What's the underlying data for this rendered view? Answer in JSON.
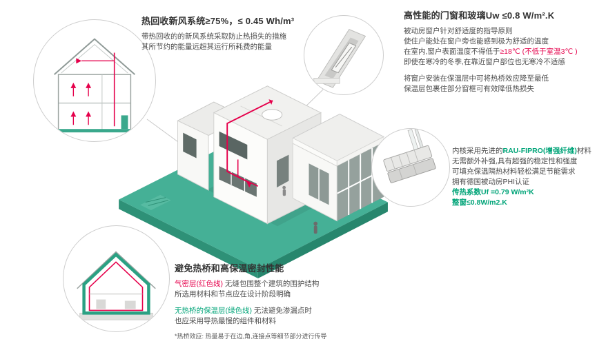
{
  "colors": {
    "teal_platform": "#45b096",
    "teal_dark": "#2e9177",
    "accent_red": "#e5004b",
    "accent_green": "#00a478",
    "text_dark": "#333333"
  },
  "ventilation": {
    "title": "热回收新风系统≥75%，≤ 0.45 Wh/m³",
    "line1": "带热回收的的新风系统采取防止热损失的措施",
    "line2": "其所节约的能量远超其运行所耗费的能量"
  },
  "windows": {
    "title": "高性能的门窗和玻璃Uw ≤0.8 W/m².K",
    "line1": "被动房窗户针对舒适度的指导原则",
    "line2": "使住户能处在窗户旁也能感到极为舒适的温度",
    "line3_black": "在室内,窗户表面温度不得低于",
    "line3_red": "≥18℃ (不低于室温3℃ )",
    "line4": "即使在寒冷的冬季,在靠近窗户部位也无寒冷不适感",
    "line5": "将窗户安装在保温层中可将热桥效应降至最低",
    "line6": "保温层包裹住部分窗框可有效降低热损失"
  },
  "profile": {
    "line1_pre": "内核采用先进的",
    "line1_highlight": "RAU-FIPRO(增强纤维)",
    "line1_post": "材料",
    "line2": "无需额外补强,具有超强的稳定性和强度",
    "line3": "可填充保温隔热材料轻松满足节能需求",
    "line4": "拥有德国被动房PHI认证",
    "uf_value": "传热系数Uf =0.79 W/m²K",
    "uw_value": "整窗≤0.8W/m2.K"
  },
  "thermal": {
    "title": "避免热桥和高保温密封性能",
    "airtight_label": "气密层(红色线)",
    "airtight_rest": " 无缝包围整个建筑的围护结构",
    "line2": "所选用材料和节点应在设计阶段明确",
    "insulation_label": "无热桥的保温层(绿色线)",
    "insulation_rest": " 无法避免渗漏点时",
    "line4": "也应采用导热最慢的组件和材料",
    "footnote": "*热桥效应: 热量易于在边,角,连接点等细节部分进行传导"
  }
}
